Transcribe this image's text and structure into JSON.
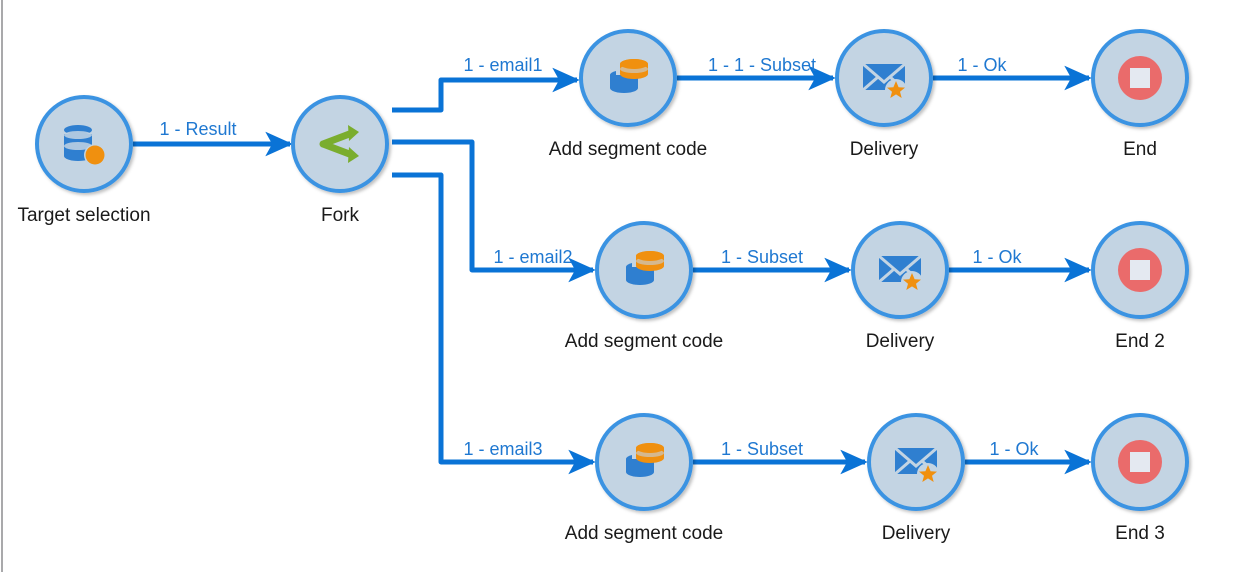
{
  "diagram": {
    "type": "workflow",
    "colors": {
      "edge": "#0a73d6",
      "edge_label": "#1f78d1",
      "node_fill": "#c3d4e3",
      "node_stroke": "#3a93e2",
      "icon_blue": "#2f7fd0",
      "icon_orange": "#f0900f",
      "fork_green": "#7aad2e",
      "end_red": "#ea6b6b",
      "end_square": "#e4e9f1"
    },
    "nodes": [
      {
        "id": "target",
        "label": "Target selection",
        "icon": "query-database-icon"
      },
      {
        "id": "fork",
        "label": "Fork",
        "icon": "fork-icon"
      },
      {
        "id": "seg1",
        "label": "Add segment code",
        "icon": "segment-code-icon"
      },
      {
        "id": "del1",
        "label": "Delivery",
        "icon": "email-delivery-icon"
      },
      {
        "id": "end1",
        "label": "End",
        "icon": "stop-icon"
      },
      {
        "id": "seg2",
        "label": "Add segment code",
        "icon": "segment-code-icon"
      },
      {
        "id": "del2",
        "label": "Delivery",
        "icon": "email-delivery-icon"
      },
      {
        "id": "end2",
        "label": "End 2",
        "icon": "stop-icon"
      },
      {
        "id": "seg3",
        "label": "Add segment code",
        "icon": "segment-code-icon"
      },
      {
        "id": "del3",
        "label": "Delivery",
        "icon": "email-delivery-icon"
      },
      {
        "id": "end3",
        "label": "End 3",
        "icon": "stop-icon"
      }
    ],
    "edges": [
      {
        "from": "target",
        "to": "fork",
        "label": "1 - Result"
      },
      {
        "from": "fork",
        "to": "seg1",
        "label": "1 - email1"
      },
      {
        "from": "seg1",
        "to": "del1",
        "label": "1 - 1 - Subset"
      },
      {
        "from": "del1",
        "to": "end1",
        "label": "1 - Ok"
      },
      {
        "from": "fork",
        "to": "seg2",
        "label": "1 - email2"
      },
      {
        "from": "seg2",
        "to": "del2",
        "label": "1 - Subset"
      },
      {
        "from": "del2",
        "to": "end2",
        "label": "1 - Ok"
      },
      {
        "from": "fork",
        "to": "seg3",
        "label": "1 - email3"
      },
      {
        "from": "seg3",
        "to": "del3",
        "label": "1 - Subset"
      },
      {
        "from": "del3",
        "to": "end3",
        "label": "1 - Ok"
      }
    ]
  }
}
